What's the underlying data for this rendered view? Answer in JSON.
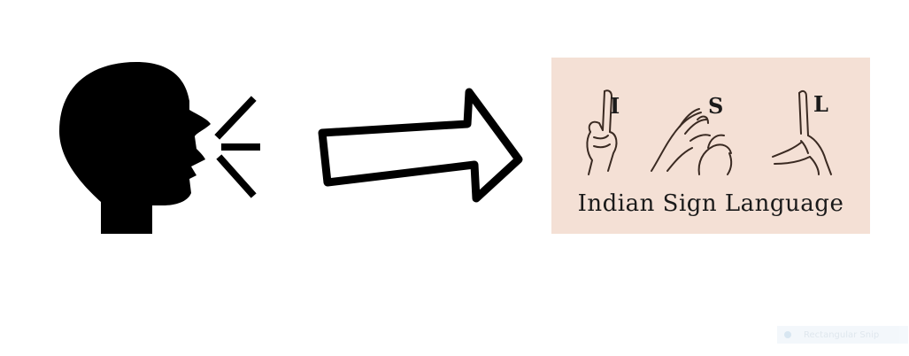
{
  "isl": {
    "letters": [
      "I",
      "S",
      "L"
    ],
    "caption": "Indian Sign Language"
  },
  "overlay": {
    "snip_label": "Rectangular Snip"
  },
  "colors": {
    "panel_background": "#f4e0d5",
    "silhouette": "#000000",
    "hand_sketch": "#3a2a22"
  },
  "icons": [
    "speaking-head-icon",
    "sound-waves-icon",
    "right-arrow-icon",
    "hand-sign-i-icon",
    "hand-sign-s-icon",
    "hand-sign-l-icon"
  ]
}
